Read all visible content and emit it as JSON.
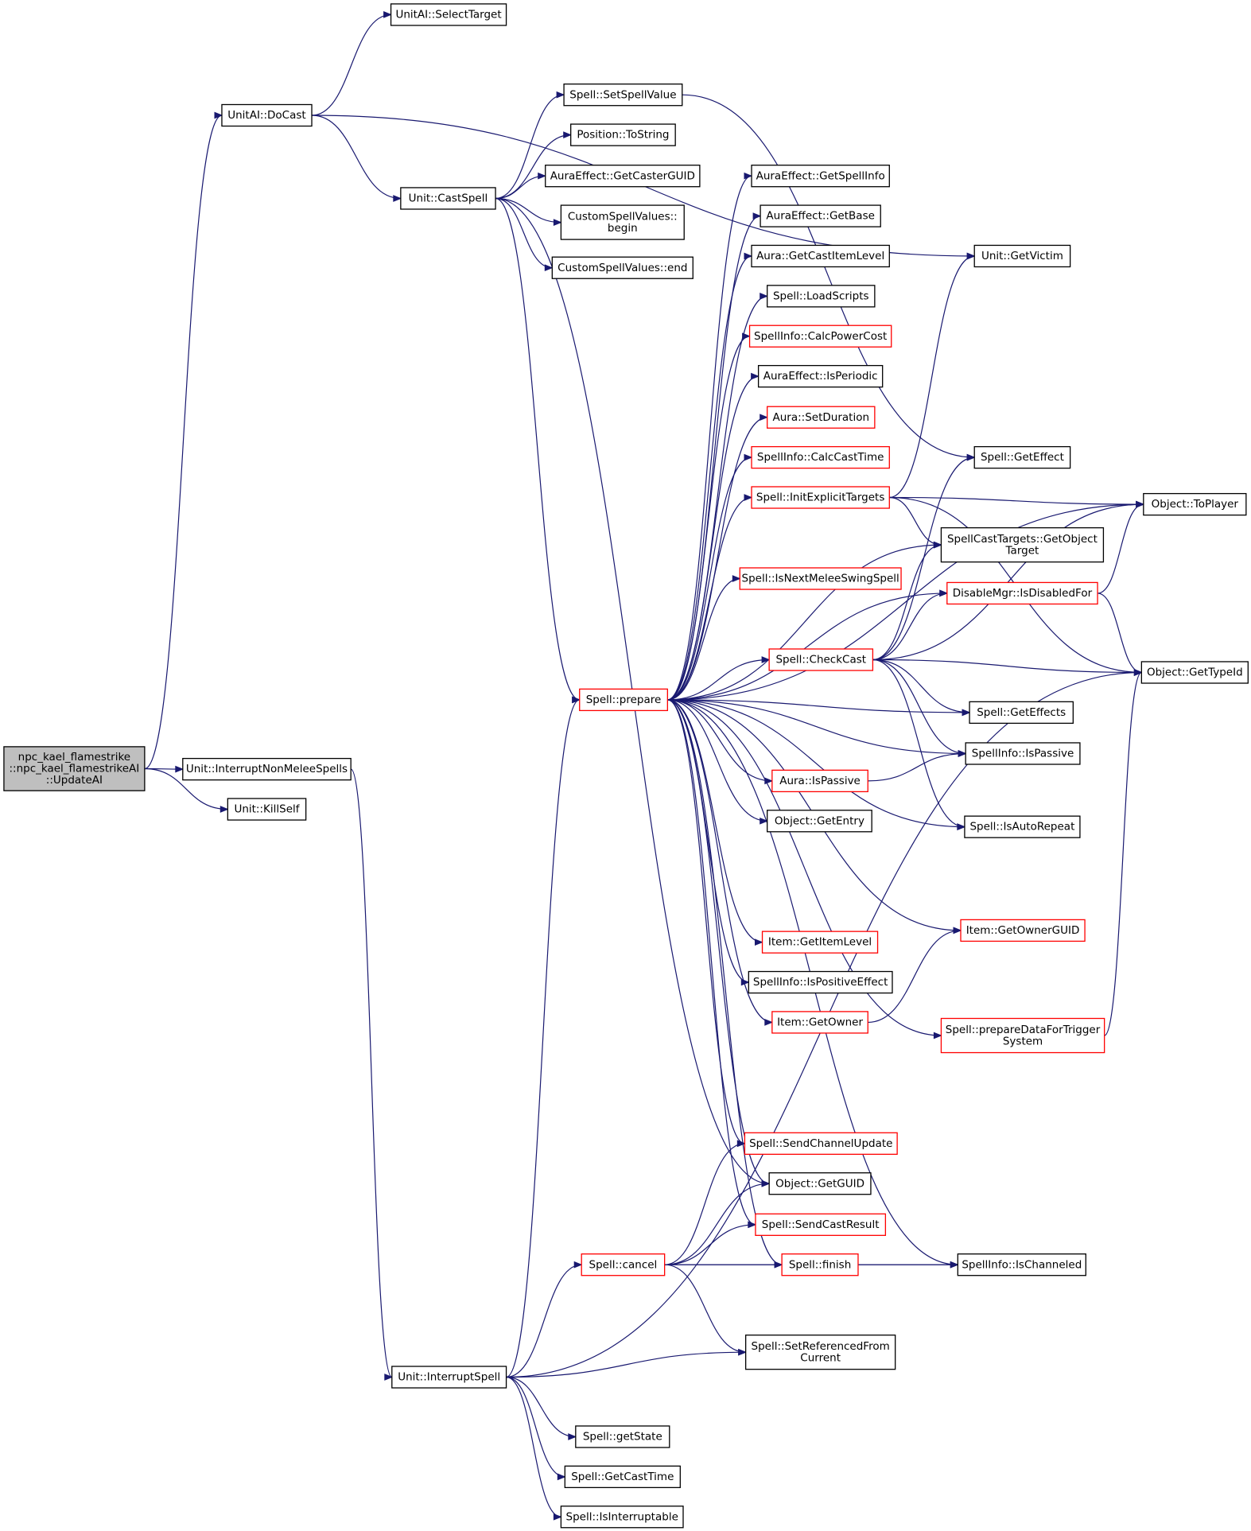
{
  "colors": {
    "edge": "#191970",
    "node_border_default": "#000000",
    "node_border_incomplete": "#ff0000",
    "root_fill": "#bfbfbf",
    "node_fill": "#ffffff"
  },
  "nodes": {
    "root": [
      "npc_kael_flamestrike",
      "::npc_kael_flamestrikeAI",
      "::UpdateAI"
    ],
    "selectTarget": [
      "UnitAI::SelectTarget"
    ],
    "doCast": [
      "UnitAI::DoCast"
    ],
    "castSpell": [
      "Unit::CastSpell"
    ],
    "setSpellValue": [
      "Spell::SetSpellValue"
    ],
    "posToString": [
      "Position::ToString"
    ],
    "getCasterGUID": [
      "AuraEffect::GetCasterGUID"
    ],
    "csvBegin": [
      "CustomSpellValues::",
      "begin"
    ],
    "csvEnd": [
      "CustomSpellValues::end"
    ],
    "aeGetSpellInfo": [
      "AuraEffect::GetSpellInfo"
    ],
    "aeGetBase": [
      "AuraEffect::GetBase"
    ],
    "auraGetCastItemLevel": [
      "Aura::GetCastItemLevel"
    ],
    "loadScripts": [
      "Spell::LoadScripts"
    ],
    "calcPowerCost": [
      "SpellInfo::CalcPowerCost"
    ],
    "aeIsPeriodic": [
      "AuraEffect::IsPeriodic"
    ],
    "auraSetDuration": [
      "Aura::SetDuration"
    ],
    "calcCastTime": [
      "SpellInfo::CalcCastTime"
    ],
    "initExplicitTargets": [
      "Spell::InitExplicitTargets"
    ],
    "isNextMelee": [
      "Spell::IsNextMeleeSwingSpell"
    ],
    "checkCast": [
      "Spell::CheckCast"
    ],
    "prepare": [
      "Spell::prepare"
    ],
    "auraIsPassive": [
      "Aura::IsPassive"
    ],
    "objGetEntry": [
      "Object::GetEntry"
    ],
    "itemGetItemLevel": [
      "Item::GetItemLevel"
    ],
    "siIsPositiveEffect": [
      "SpellInfo::IsPositiveEffect"
    ],
    "itemGetOwner": [
      "Item::GetOwner"
    ],
    "sendChannelUpdate": [
      "Spell::SendChannelUpdate"
    ],
    "objGetGUID": [
      "Object::GetGUID"
    ],
    "sendCastResult": [
      "Spell::SendCastResult"
    ],
    "spellFinish": [
      "Spell::finish"
    ],
    "spellCancel": [
      "Spell::cancel"
    ],
    "setReferenced": [
      "Spell::SetReferencedFrom",
      "Current"
    ],
    "interruptSpell": [
      "Unit::InterruptSpell"
    ],
    "getState": [
      "Spell::getState"
    ],
    "getCastTime": [
      "Spell::GetCastTime"
    ],
    "isInterruptable": [
      "Spell::IsInterruptable"
    ],
    "interruptNonMelee": [
      "Unit::InterruptNonMeleeSpells"
    ],
    "killSelf": [
      "Unit::KillSelf"
    ],
    "getVictim": [
      "Unit::GetVictim"
    ],
    "getEffect": [
      "Spell::GetEffect"
    ],
    "sctGetObjectTarget": [
      "SpellCastTargets::GetObject",
      "Target"
    ],
    "disableMgr": [
      "DisableMgr::IsDisabledFor"
    ],
    "getEffects": [
      "Spell::GetEffects"
    ],
    "siIsPassive": [
      "SpellInfo::IsPassive"
    ],
    "isAutoRepeat": [
      "Spell::IsAutoRepeat"
    ],
    "getOwnerGUID": [
      "Item::GetOwnerGUID"
    ],
    "prepareDataForTrigger": [
      "Spell::prepareDataForTrigger",
      "System"
    ],
    "isChanneled": [
      "SpellInfo::IsChanneled"
    ],
    "toPlayer": [
      "Object::ToPlayer"
    ],
    "getTypeId": [
      "Object::GetTypeId"
    ]
  }
}
